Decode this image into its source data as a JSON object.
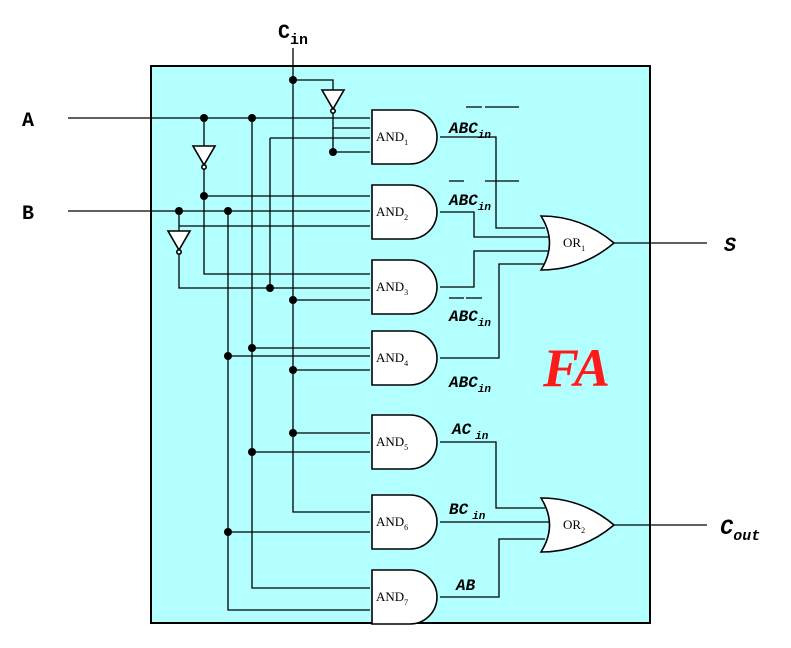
{
  "inputs": {
    "a": "A",
    "b": "B",
    "cin_main": "C",
    "cin_sub": "in"
  },
  "outputs": {
    "s": "S",
    "cout_main": "C",
    "cout_sub": "out"
  },
  "block_label": "FA",
  "gates": {
    "and_prefix": "AND",
    "or_prefix": "OR",
    "and_subs": [
      "1",
      "2",
      "3",
      "4",
      "5",
      "6",
      "7"
    ],
    "or_subs": [
      "1",
      "2"
    ]
  },
  "terms": {
    "t1": "ABC",
    "t1_sub": "in",
    "t2": "ABC",
    "t2_sub": "in",
    "t3": "ABC",
    "t3_sub": "in",
    "t4": "ABC",
    "t4_sub": "in",
    "t5": "AC",
    "t5_sub": "in",
    "t6": "BC",
    "t6_sub": "in",
    "t7": "AB"
  },
  "colors": {
    "panel": "#b3ffff",
    "cin": "#1f1fe0",
    "sum": "#2e8b20",
    "cout": "#ff1a1a",
    "fa": "#ff1a1a"
  }
}
